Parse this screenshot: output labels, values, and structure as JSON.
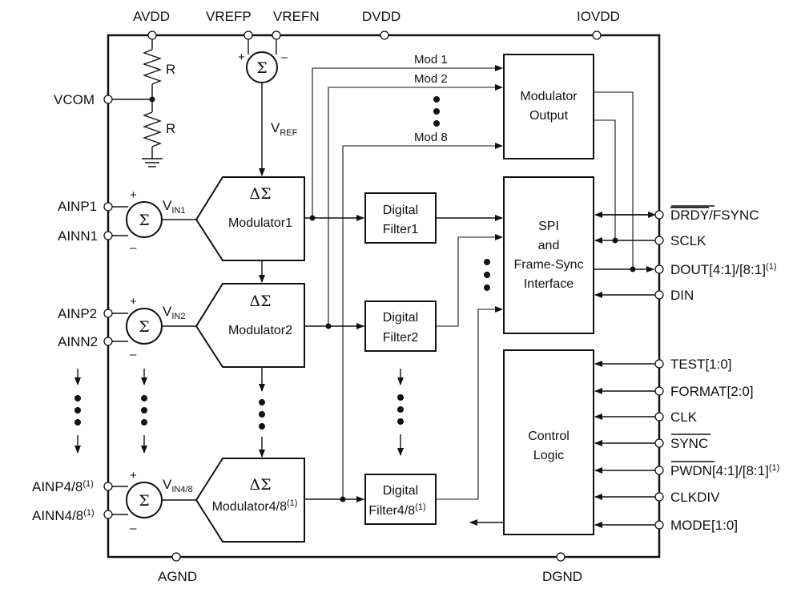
{
  "top_pins": {
    "avdd": "AVDD",
    "vrefp": "VREFP",
    "vrefn": "VREFN",
    "dvdd": "DVDD",
    "iovdd": "IOVDD"
  },
  "bottom_pins": {
    "agnd": "AGND",
    "dgnd": "DGND"
  },
  "left_pins": {
    "vcom": "VCOM",
    "ainp1": "AINP1",
    "ainn1": "AINN1",
    "ainp2": "AINP2",
    "ainn2": "AINN2",
    "ainp48": "AINP4/8",
    "ainn48": "AINN4/8",
    "footnote_mark": "(1)"
  },
  "resistor_label": "R",
  "sum_symbol": "Σ",
  "plus": "+",
  "minus": "–",
  "vref": {
    "main": "V",
    "sub": "REF"
  },
  "vin": {
    "v": "V",
    "sub1": "IN1",
    "sub2": "IN2",
    "sub3": "IN4/8"
  },
  "modulators": {
    "delta_sigma": "ΔΣ",
    "m1": "Modulator1",
    "m2": "Modulator2",
    "m3": "Modulator4/8"
  },
  "filters": {
    "digital": "Digital",
    "f1": "Filter1",
    "f2": "Filter2",
    "f3": "Filter4/8"
  },
  "mod_lines": {
    "mod1": "Mod 1",
    "mod2": "Mod 2",
    "mod8": "Mod 8"
  },
  "modulator_output": {
    "line1": "Modulator",
    "line2": "Output"
  },
  "spi_block": {
    "line1": "SPI",
    "line2": "and",
    "line3": "Frame-Sync",
    "line4": "Interface"
  },
  "control_block": {
    "line1": "Control",
    "line2": "Logic"
  },
  "right_pins": {
    "drdy": "DRDY",
    "fsync": "/FSYNC",
    "sclk": "SCLK",
    "dout": "DOUT[4:1]/[8:1]",
    "din": "DIN",
    "test": "TEST[1:0]",
    "format": "FORMAT[2:0]",
    "clk": "CLK",
    "sync": "SYNC",
    "pwdn": "PWDN",
    "pwdn_rest": "[4:1]/[8:1]",
    "clkdiv": "CLKDIV",
    "mode": "MODE[1:0]"
  }
}
